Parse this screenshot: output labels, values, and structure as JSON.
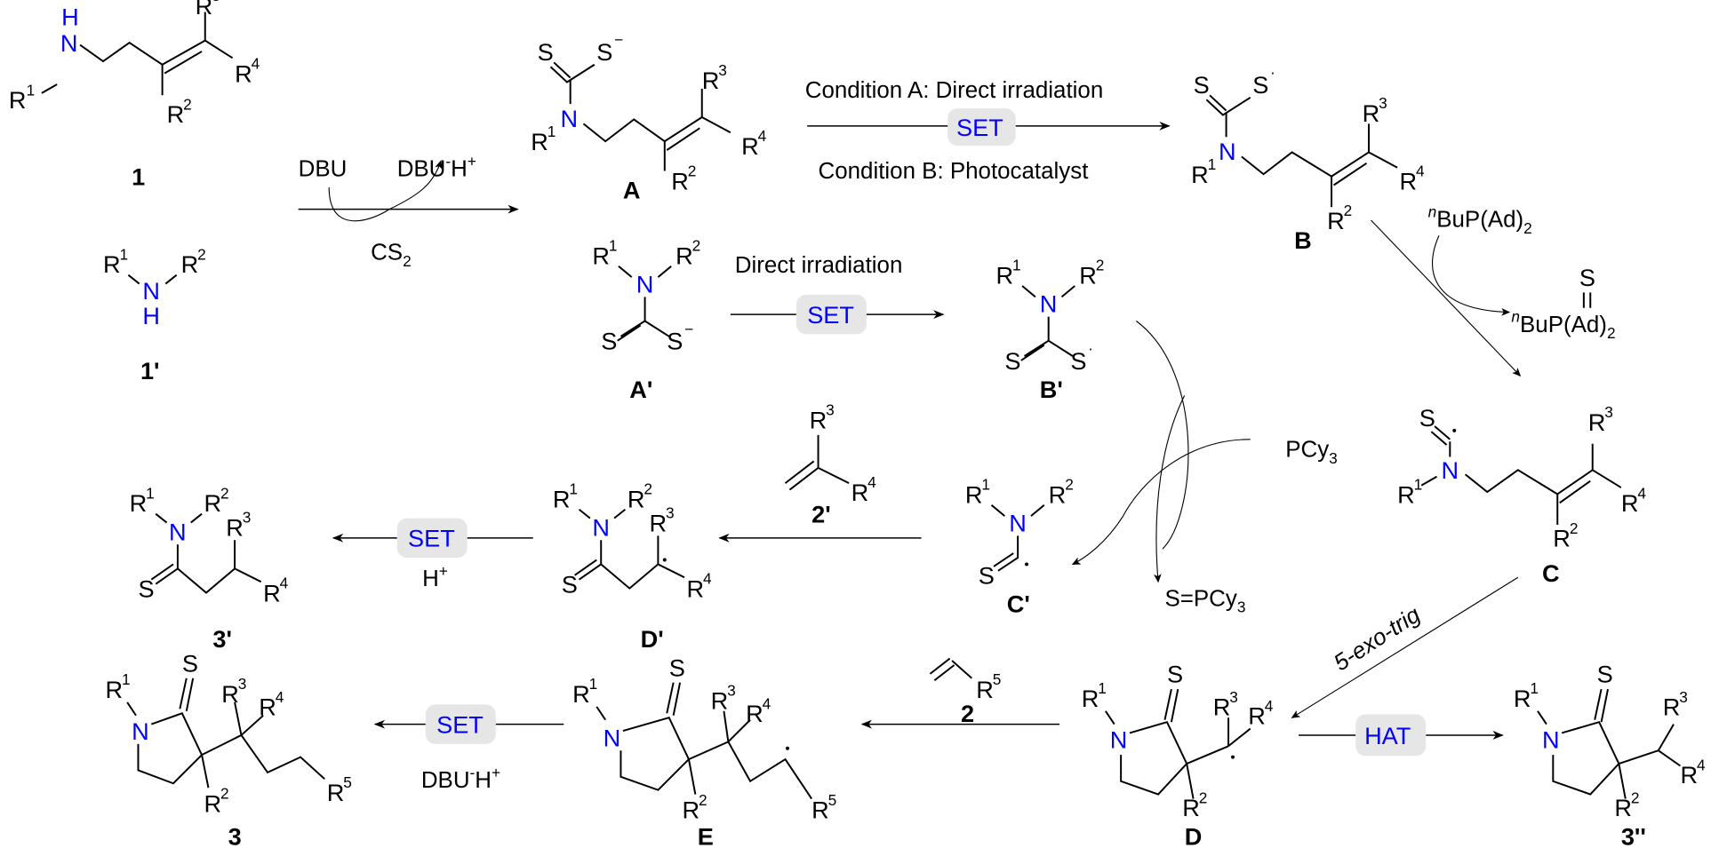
{
  "compounds": {
    "c1": {
      "label": "1"
    },
    "c1p": {
      "label": "1'"
    },
    "A": {
      "label": "A"
    },
    "Ap": {
      "label": "A'"
    },
    "B": {
      "label": "B"
    },
    "Bp": {
      "label": "B'"
    },
    "C": {
      "label": "C"
    },
    "Cp": {
      "label": "C'"
    },
    "D": {
      "label": "D"
    },
    "Dp": {
      "label": "D'"
    },
    "E": {
      "label": "E"
    },
    "c2": {
      "label": "2"
    },
    "c2p": {
      "label": "2'"
    },
    "c3": {
      "label": "3"
    },
    "c3p": {
      "label": "3'"
    },
    "c3pp": {
      "label": "3''"
    }
  },
  "atoms": {
    "R": "R",
    "N": "N",
    "H": "H",
    "S": "S",
    "r1": "1",
    "r2": "2",
    "r3": "3",
    "r4": "4",
    "r5": "5",
    "minus": "−",
    "radical": "·"
  },
  "reagents": {
    "dbu": "DBU",
    "dbuh_base": "DBU",
    "dbuh_minus": "-",
    "dbuh_h": "H",
    "dbuh_plus": "+",
    "cs2_base": "CS",
    "cs2_sub": "2",
    "pcy3_base": "PCy",
    "pcy3_sub": "3",
    "spcy3_base": "S=PCy",
    "spcy3_sub": "3",
    "nbu_sup": "n",
    "nbupad_base": "BuP(Ad)",
    "nbupad_sub": "2",
    "h_plus_base": "H",
    "h_plus_sup": "+"
  },
  "conditions": {
    "cond_a": "Condition A: Direct irradiation",
    "cond_b": "Condition B: Photocatalyst",
    "direct_irr": "Direct irradiation",
    "exo_trig": "5-exo-trig"
  },
  "steps": {
    "set": "SET",
    "hat": "HAT"
  },
  "colors": {
    "nitrogen": "#0000ff",
    "pill_bg": "#e6e6e6",
    "bond": "#000000"
  }
}
